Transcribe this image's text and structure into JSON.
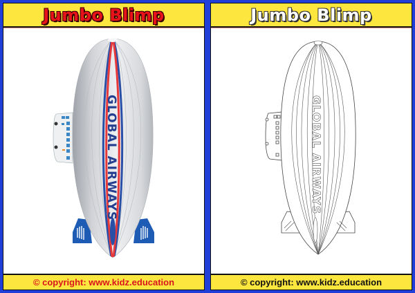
{
  "cards": [
    {
      "variant": "color",
      "title": "Jumbo Blimp",
      "footer": "© copyright: www.kidz.education",
      "image": {
        "subject": "blimp-airship",
        "text_on_body": "GLOBAL AIRWAYS",
        "colors": {
          "body": "#dcdde0",
          "stripe_red": "#e8393a",
          "stripe_blue": "#2a4fa6",
          "text": "#233e8f",
          "fins": "#1d5bb5"
        }
      }
    },
    {
      "variant": "coloring-outline",
      "title": "Jumbo Blimp",
      "footer": "© copyright: www.kidz.education",
      "image": {
        "subject": "blimp-airship-outline",
        "text_on_body": "GLOBAL AIRWAYS"
      }
    }
  ],
  "colors": {
    "frame_blue": "#1f3fd8",
    "banner_yellow": "#fde63e",
    "title_red": "#e8121b",
    "footer_red": "#d9141c"
  }
}
